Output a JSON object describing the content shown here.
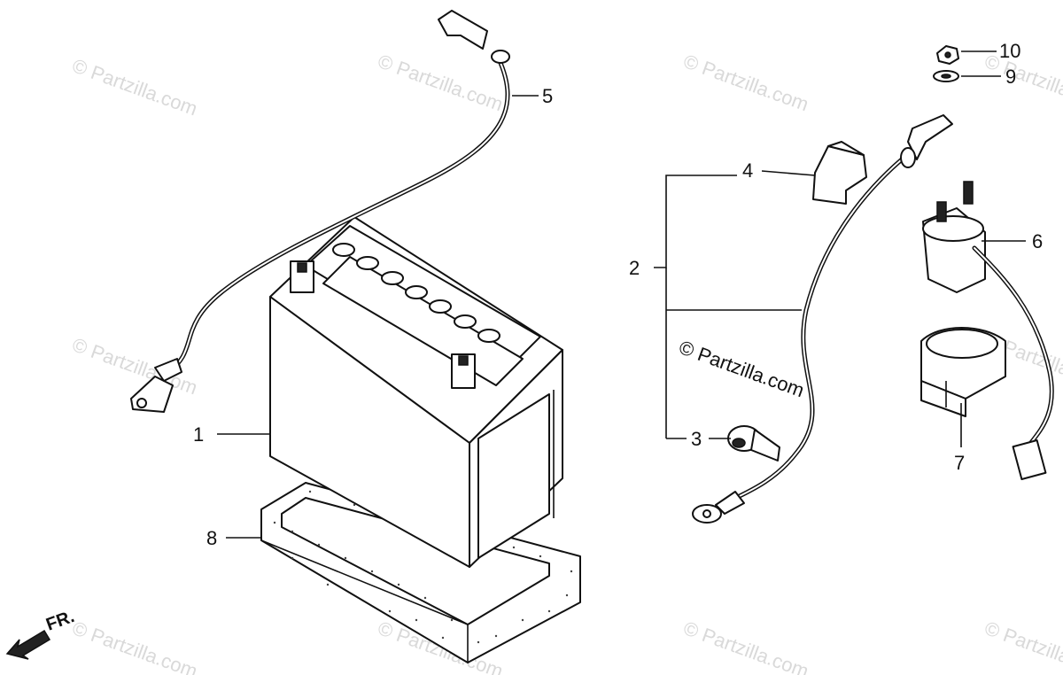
{
  "watermark": "© Partzilla.com",
  "watermark_main": "© Partzilla.com",
  "front_label": "FR.",
  "callouts": {
    "c1": "1",
    "c2": "2",
    "c3": "3",
    "c4": "4",
    "c5": "5",
    "c6": "6",
    "c7": "7",
    "c8": "8",
    "c9": "9",
    "c10": "10"
  }
}
